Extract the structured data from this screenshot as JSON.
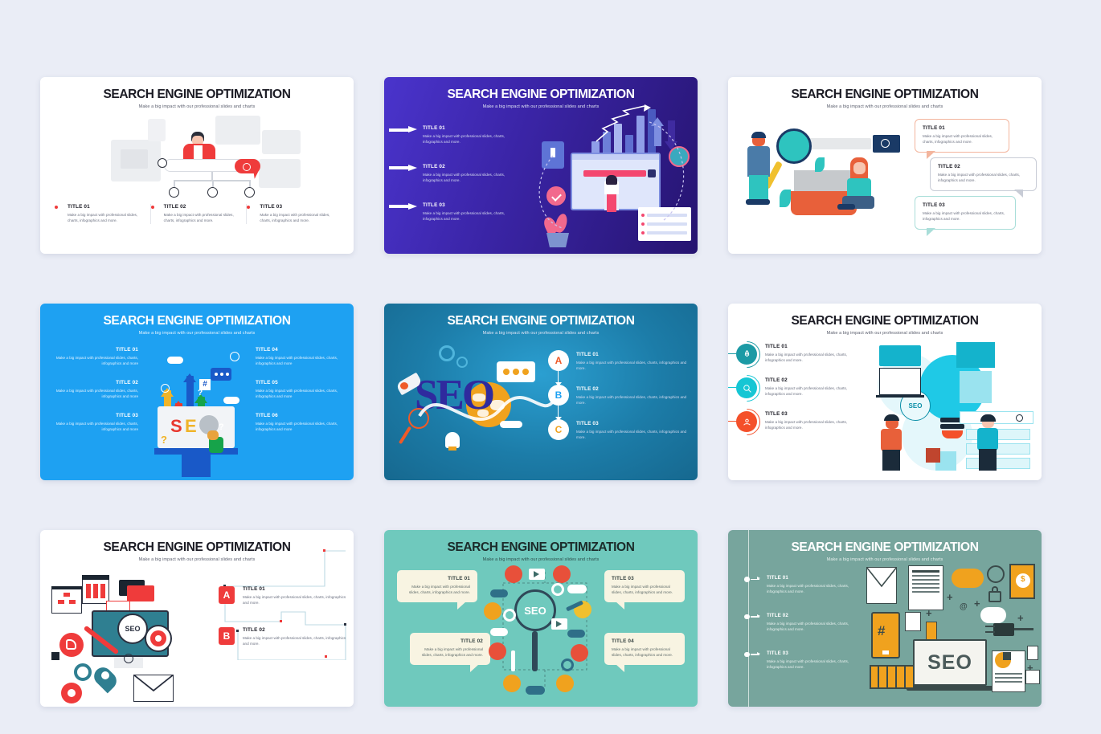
{
  "page": {
    "background_color": "#eaedf6",
    "common_title": "SEARCH ENGINE OPTIMIZATION",
    "common_subtitle": "Make a big impact with our professional slides and charts",
    "body_long": "Make a big impact with professional slides, charts, infographics and more.",
    "body_short": "Make a big impact with professional slides, charts, infographics and more"
  },
  "slides": [
    {
      "id": "slide-1",
      "name": "three-column-red-dots",
      "title": "SEARCH ENGINE OPTIMIZATION",
      "subtitle": "Make a big impact with our professional slides and charts",
      "accent": "#ef3b3b",
      "background": "#ffffff",
      "items": [
        {
          "heading": "TITLE 01",
          "body": "Make a big impact with professional slides, charts, infographics and more."
        },
        {
          "heading": "TITLE 02",
          "body": "Make a big impact with professional slides, charts, infographics and more."
        },
        {
          "heading": "TITLE 03",
          "body": "Make a big impact with professional slides, charts, infographics and more."
        }
      ]
    },
    {
      "id": "slide-2",
      "name": "purple-arrow-list",
      "title": "SEARCH ENGINE OPTIMIZATION",
      "subtitle": "Make a big impact with our professional slides and charts",
      "accent": "#ffffff",
      "background": "#3b25a8",
      "items": [
        {
          "heading": "TITLE 01",
          "body": "Make a big impact with professional slides, charts, infographics and more."
        },
        {
          "heading": "TITLE 02",
          "body": "Make a big impact with professional slides, charts, infographics and more."
        },
        {
          "heading": "TITLE 03",
          "body": "Make a big impact with professional slides, charts, infographics and more."
        }
      ]
    },
    {
      "id": "slide-3",
      "name": "speech-bubble-list",
      "title": "SEARCH ENGINE OPTIMIZATION",
      "subtitle": "Make a big impact with our professional slides and charts",
      "accent": "#f3b59d",
      "background": "#ffffff",
      "items": [
        {
          "heading": "TITLE 01",
          "body": "Make a big impact with professional slides, charts, infographics and more.",
          "border": "#f3b59d"
        },
        {
          "heading": "TITLE 02",
          "body": "Make a big impact with professional slides, charts, infographics and more.",
          "border": "#c8ccd6"
        },
        {
          "heading": "TITLE 03",
          "body": "Make a big impact with professional slides, charts, infographics and more.",
          "border": "#a9ded9"
        }
      ]
    },
    {
      "id": "slide-4",
      "name": "blue-six-point",
      "title": "SEARCH ENGINE OPTIMIZATION",
      "subtitle": "Make a big impact with our professional slides and charts",
      "accent": "#ffffff",
      "background": "#1ea1f2",
      "seo_word": "SEO",
      "items_left": [
        {
          "heading": "TITLE 01",
          "body": "Make a big impact with professional slides, charts, infographics and more"
        },
        {
          "heading": "TITLE 02",
          "body": "Make a big impact with professional slides, charts, infographics and more"
        },
        {
          "heading": "TITLE 03",
          "body": "Make a big impact with professional slides, charts, infographics and more"
        }
      ],
      "items_right": [
        {
          "heading": "TITLE 04",
          "body": "Make a big impact with professional slides, charts, infographics and more"
        },
        {
          "heading": "TITLE 05",
          "body": "Make a big impact with professional slides, charts, infographics and more"
        },
        {
          "heading": "TITLE 06",
          "body": "Make a big impact with professional slides, charts, infographics and more"
        }
      ]
    },
    {
      "id": "slide-5",
      "name": "abc-badge-list",
      "title": "SEARCH ENGINE OPTIMIZATION",
      "subtitle": "Make a big impact with our professional slides and charts",
      "background": "#1c7ca8",
      "seo_word": "SEO",
      "items": [
        {
          "badge": "A",
          "badge_color": "#ef5a28",
          "heading": "TITLE 01",
          "body": "Make a big impact with professional slides, charts, infographics and more."
        },
        {
          "badge": "B",
          "badge_color": "#1ea1f2",
          "heading": "TITLE 02",
          "body": "Make a big impact with professional slides, charts, infographics and more."
        },
        {
          "badge": "C",
          "badge_color": "#f0a21e",
          "heading": "TITLE 03",
          "body": "Make a big impact with professional slides, charts, infographics and more."
        }
      ]
    },
    {
      "id": "slide-6",
      "name": "circle-icon-list",
      "title": "SEARCH ENGINE OPTIMIZATION",
      "subtitle": "Make a big impact with our professional slides and charts",
      "background": "#ffffff",
      "seo_word": "SEO",
      "items": [
        {
          "heading": "TITLE 01",
          "body": "Make a big impact with professional slides, charts, infographics and more.",
          "color": "#1b9aa5",
          "icon": "rocket-icon"
        },
        {
          "heading": "TITLE 02",
          "body": "Make a big impact with professional slides, charts, infographics and more.",
          "color": "#16c6d4",
          "icon": "target-icon"
        },
        {
          "heading": "TITLE 03",
          "body": "Make a big impact with professional slides, charts, infographics and more.",
          "color": "#f4502a",
          "icon": "search-user-icon"
        }
      ]
    },
    {
      "id": "slide-7",
      "name": "ab-square-circuit",
      "title": "SEARCH ENGINE OPTIMIZATION",
      "subtitle": "Make a big impact with our professional slides and charts",
      "background": "#ffffff",
      "accent": "#ef3b3b",
      "seo_word": "SEO",
      "items": [
        {
          "badge": "A",
          "heading": "TITLE 01",
          "body": "Make a big impact with professional slides, charts, infographics and more."
        },
        {
          "badge": "B",
          "heading": "TITLE 02",
          "body": "Make a big impact with professional slides, charts, infographics and more."
        }
      ]
    },
    {
      "id": "slide-8",
      "name": "mint-four-bubbles",
      "title": "SEARCH ENGINE OPTIMIZATION",
      "subtitle": "Make a big impact with our professional slides and charts",
      "background": "#6fc9bd",
      "bubble_fill": "#f8f4e2",
      "seo_word": "SEO",
      "items": [
        {
          "heading": "TITLE 01",
          "body": "Make a big impact with professional slides, charts, infographics and more."
        },
        {
          "heading": "TITLE 02",
          "body": "Make a big impact with professional slides, charts, infographics and more."
        },
        {
          "heading": "TITLE 03",
          "body": "Make a big impact with professional slides, charts, infographics and more."
        },
        {
          "heading": "TITLE 04",
          "body": "Make a big impact with professional slides, charts, infographics and more."
        }
      ]
    },
    {
      "id": "slide-9",
      "name": "sage-timeline",
      "title": "SEARCH ENGINE OPTIMIZATION",
      "subtitle": "Make a big impact with our professional slides and charts",
      "background": "#77a59d",
      "accent": "#f0a21e",
      "seo_word": "SEO",
      "items": [
        {
          "heading": "TITLE 01",
          "body": "Make a big impact with professional slides, charts, infographics and more."
        },
        {
          "heading": "TITLE 02",
          "body": "Make a big impact with professional slides, charts, infographics and more."
        },
        {
          "heading": "TITLE 03",
          "body": "Make a big impact with professional slides, charts, infographics and more."
        }
      ]
    }
  ]
}
